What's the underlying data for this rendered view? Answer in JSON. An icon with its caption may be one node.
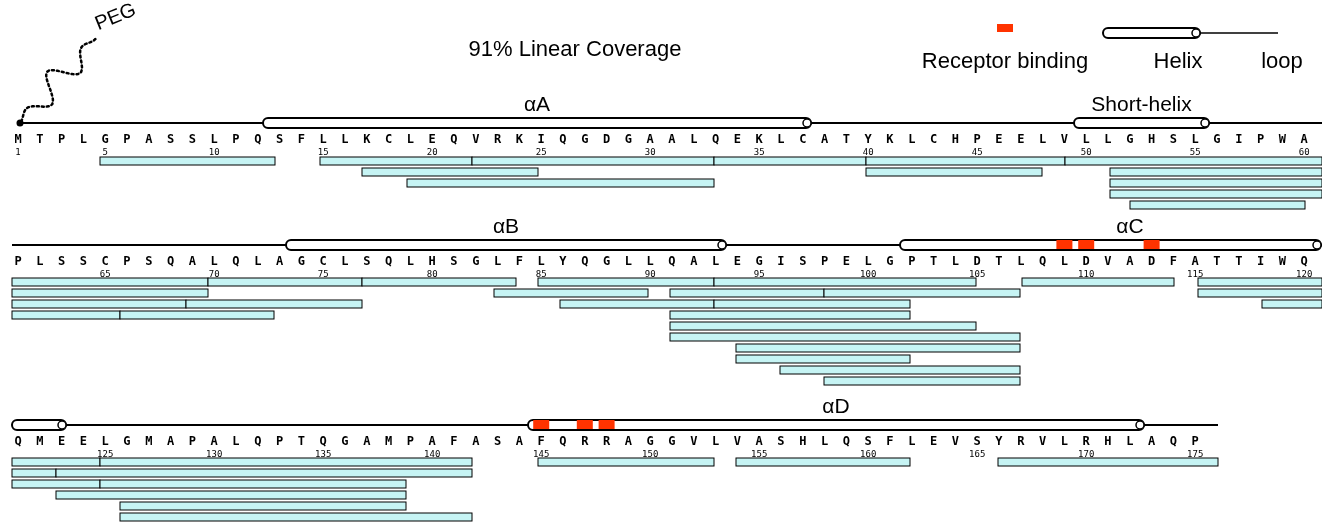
{
  "diagram": {
    "title": "91% Linear Coverage",
    "nodes": [
      {
        "text": [
          "PEG"
        ]
      },
      {
        "text": [],
        "shape": "circle"
      },
      {
        "text": [
          "αA"
        ]
      },
      {
        "text": [
          "Short-helix"
        ]
      },
      {
        "text": [
          "αB"
        ]
      },
      {
        "text": [
          "αC"
        ]
      },
      {
        "text": [
          "αD"
        ]
      }
    ],
    "edges": [
      {
        "from": 0,
        "to": 1,
        "arrow": "none",
        "style": "dashed"
      }
    ],
    "labels": [
      "M T P L G P A S S L P Q S F L L K C L E Q V R K I Q G D G A A L Q E K L C A T Y K L C H P E E L V L L G H S L G I P W A",
      "1",
      "5",
      "10",
      "15",
      "20",
      "25",
      "30",
      "35",
      "40",
      "45",
      "50",
      "55",
      "60",
      "P L S S C P S Q A L Q L A G C L S Q L H S G L F L Y Q G L L Q A L E G I S P E L G P T L D T L Q L D V A D F A T T I W Q",
      "65",
      "70",
      "75",
      "80",
      "85",
      "90",
      "95",
      "100",
      "105",
      "110",
      "115",
      "120",
      "Q M E E L G M A P A L Q P T Q G A M P A F A S A F Q R R A G G V L V A S H L Q S F L E V S Y R V L R H L A Q P",
      "125",
      "130",
      "135",
      "140",
      "145",
      "150",
      "155",
      "160",
      "165",
      "170",
      "175"
    ],
    "legend": [
      {
        "text": "Receptor binding",
        "color": "#ff3300"
      },
      {
        "text": "Helix"
      },
      {
        "text": "loop"
      }
    ]
  }
}
